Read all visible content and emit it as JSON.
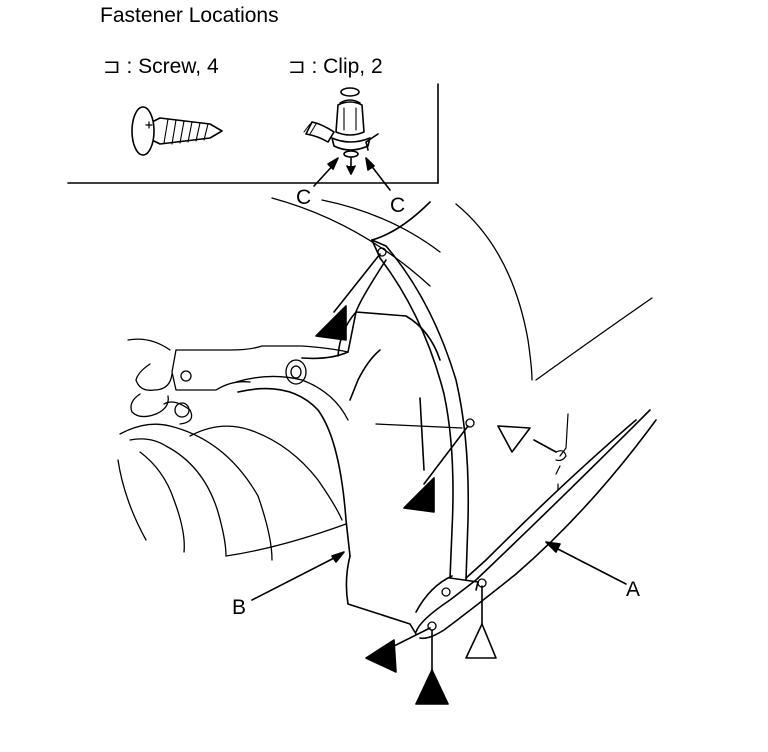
{
  "title": "Fastener Locations",
  "legend": {
    "screw": {
      "symbol": "⊐",
      "label": "Screw, 4",
      "icon": "screw-marker-icon"
    },
    "clip": {
      "symbol": "⊐",
      "label": "Clip, 2",
      "icon": "clip-marker-icon"
    }
  },
  "callouts": {
    "a": "A",
    "b": "B",
    "c": "C"
  },
  "colors": {
    "line": "#000000",
    "background": "#ffffff"
  }
}
